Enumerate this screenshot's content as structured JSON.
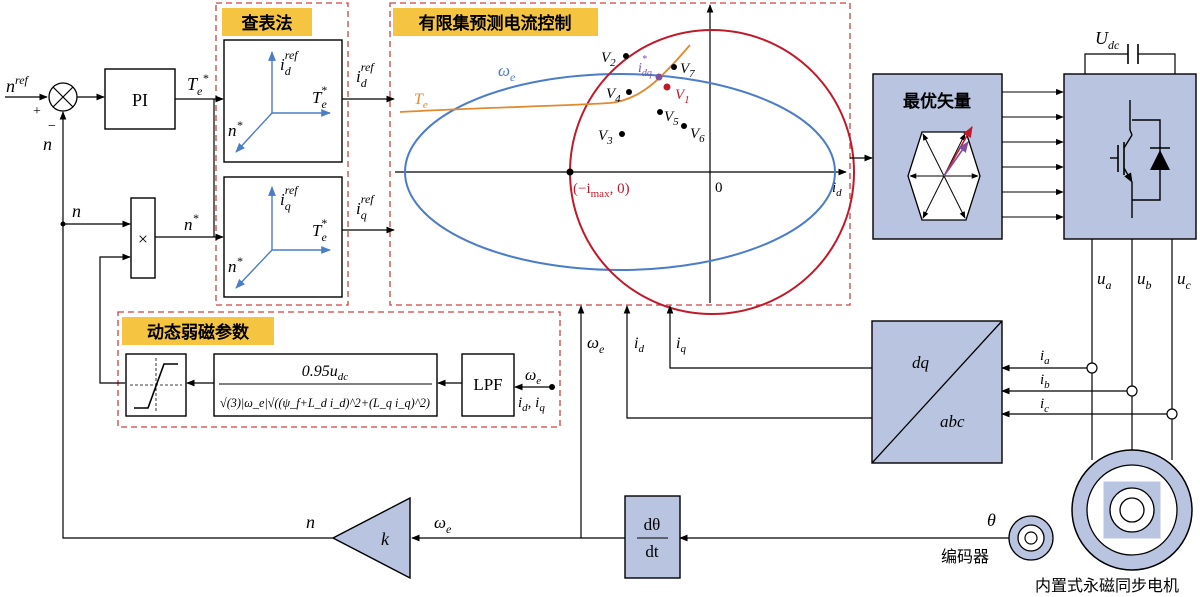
{
  "labels": {
    "lookup_title": "查表法",
    "fcs_title": "有限集预测电流控制",
    "optimal_vector": "最优矢量",
    "weakening_title": "动态弱磁参数",
    "encoder": "编码器",
    "motor": "内置式永磁同步电机",
    "pi": "PI",
    "lpf": "LPF",
    "k": "k",
    "mult": "×",
    "dq": "dq",
    "abc": "abc",
    "ddt_num": "dθ",
    "ddt_den": "dt",
    "origin_zero": "0",
    "point_label": "(−i",
    "point_sub": "max",
    "point_tail": ", 0)",
    "plus": "+",
    "minus": "−"
  },
  "signals": {
    "n_ref": "n",
    "n_ref_sup": "ref",
    "n_fb": "n",
    "n_mult": "n",
    "n_star": "n",
    "Te_star": "T",
    "id_ref": "i",
    "iq_ref": "i",
    "we": "ω",
    "id": "i",
    "iq": "i",
    "ia": "i",
    "ib": "i",
    "ic": "i",
    "ua": "u",
    "ub": "u",
    "uc": "u",
    "udc": "U",
    "theta": "θ",
    "axis_id": "i",
    "Te_curve": "T",
    "we_ellipse": "ω",
    "vectors": [
      "V",
      "V",
      "V",
      "V",
      "V",
      "V",
      "V"
    ]
  },
  "formula": {
    "numerator": "0.95u",
    "numerator_sub": "dc",
    "denominator": "√(3)|ω_e|√((ψ_f+L_d i_d)^2+(L_q i_q)^2)"
  },
  "colors": {
    "dashed_border": "#d04040",
    "title_bg": "#f5c542",
    "block_fill": "#b8c4e0",
    "ellipse_blue": "#4a7cc8",
    "circle_red": "#c01a2a",
    "curve_orange": "#e08a30",
    "idq_purple": "#8050a0",
    "axis_blue": "#4a7cc8"
  }
}
